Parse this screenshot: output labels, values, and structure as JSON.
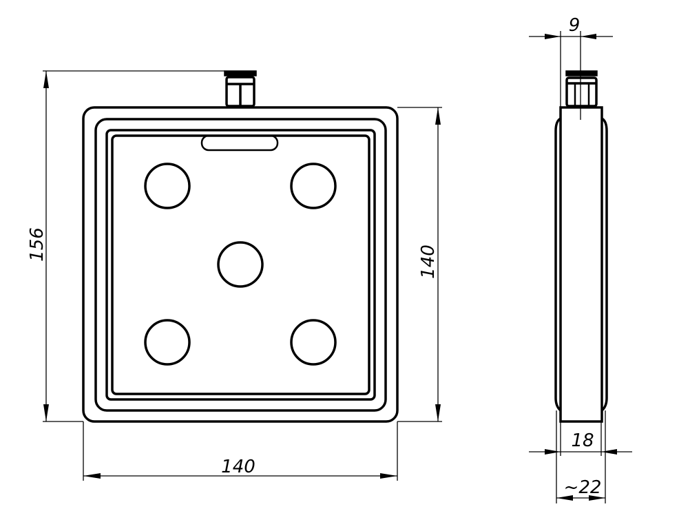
{
  "drawing": {
    "front_view": {
      "dim_height_overall": "156",
      "dim_height_body": "140",
      "dim_width": "140"
    },
    "side_view": {
      "dim_fitting_offset": "9",
      "dim_thickness": "18",
      "dim_thickness_overall": "~22"
    }
  }
}
